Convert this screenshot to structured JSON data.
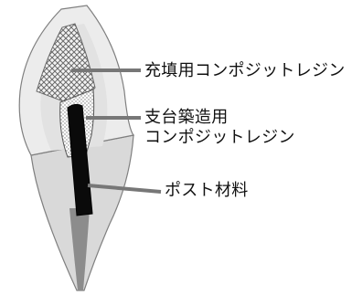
{
  "labels": {
    "filling_composite_resin": "充填用コンポジットレジン",
    "core_build_up_line1": "支台築造用",
    "core_build_up_line2": "コンポジットレジン",
    "post_material": "ポスト材料"
  }
}
